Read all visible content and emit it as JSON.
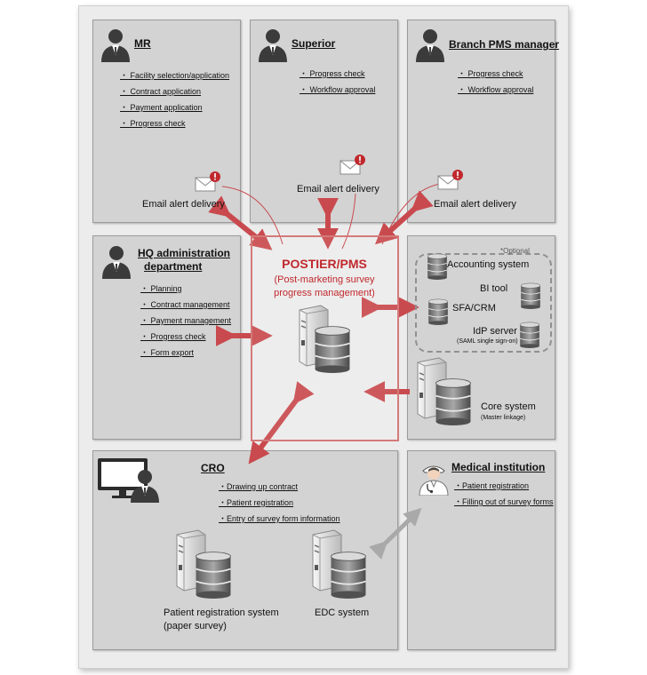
{
  "panels": {
    "mr": {
      "title": "MR",
      "items": [
        "・ Facility selection/application",
        "・ Contract application",
        "・ Payment application",
        "・ Progress check"
      ],
      "alert_label": "Email alert delivery"
    },
    "superior": {
      "title": "Superior",
      "items": [
        "・ Progress check",
        "・ Workflow approval"
      ],
      "alert_label": "Email alert delivery"
    },
    "branch": {
      "title": "Branch PMS manager",
      "items": [
        "・ Progress check",
        "・ Workflow approval"
      ],
      "alert_label": "Email alert delivery"
    },
    "hq": {
      "title_line1": "HQ administration",
      "title_line2": "department",
      "items": [
        "・ Planning",
        "・ Contract management",
        "・ Payment management",
        "・ Progress check",
        "・ Form export"
      ]
    },
    "center": {
      "title": "POSTIER/PMS",
      "subtitle_line1": "(Post-marketing survey",
      "subtitle_line2": "progress management)"
    },
    "systems": {
      "optional_note": "*Optional",
      "accounting": "Accounting system",
      "bi": "BI tool",
      "sfa": "SFA/CRM",
      "idp": "IdP server",
      "idp_note": "(SAML single sign-on)",
      "core": "Core system",
      "core_note": "(Master linkage)"
    },
    "cro": {
      "title": "CRO",
      "items": [
        "・Drawing up contract",
        "・Patient registration",
        "・Entry of survey form information"
      ],
      "patient_system_line1": "Patient registration system",
      "patient_system_line2": "(paper survey)",
      "edc_system": "EDC system"
    },
    "medical": {
      "title": "Medical institution",
      "items": [
        "・Patient registration",
        "・Filling out of survey forms"
      ]
    }
  },
  "colors": {
    "arrow_red": "#c94a4e",
    "arrow_gray": "#a9a9a9",
    "alert_red": "#c0282d",
    "title_red": "#c0282d"
  }
}
